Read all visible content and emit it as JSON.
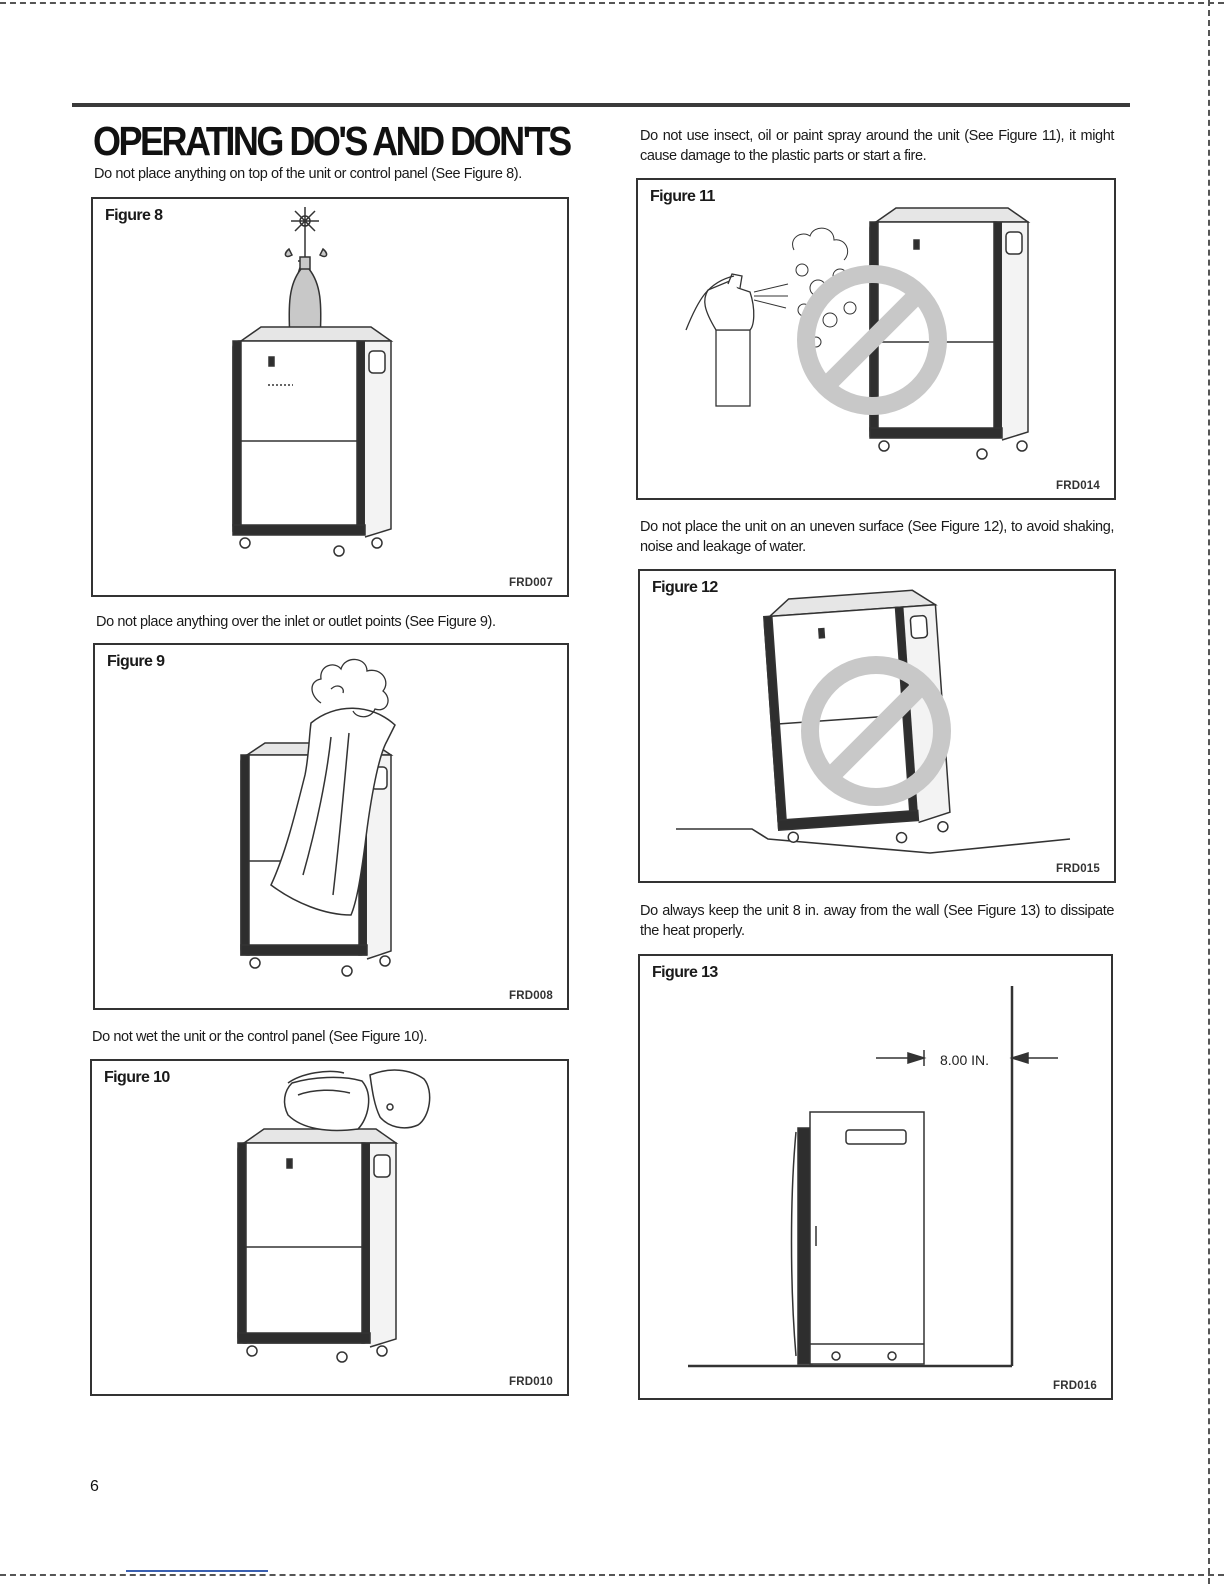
{
  "page": {
    "title": "OPERATING DO'S AND DON'TS",
    "page_number": "6"
  },
  "left_column": {
    "intro_fig8": "Do not place anything on top of the unit or control panel (See Figure 8).",
    "intro_fig9": "Do not place anything over the inlet or outlet points (See Figure 9).",
    "intro_fig10": "Do not wet the unit or the control panel (See Figure 10)."
  },
  "right_column": {
    "intro_fig11": "Do not use insect, oil or paint spray around the unit (See Figure 11), it might cause damage to the plastic parts or start a fire.",
    "intro_fig12": "Do not place the unit on an uneven surface (See Figure 12), to avoid shaking, noise and leakage of water.",
    "intro_fig13": "Do always keep the unit 8 in. away from the wall (See Figure 13) to dissipate the heat properly."
  },
  "figures": {
    "fig8": {
      "label": "Figure 8",
      "code": "FRD007"
    },
    "fig9": {
      "label": "Figure 9",
      "code": "FRD008"
    },
    "fig10": {
      "label": "Figure 10",
      "code": "FRD010"
    },
    "fig11": {
      "label": "Figure 11",
      "code": "FRD014"
    },
    "fig12": {
      "label": "Figure 12",
      "code": "FRD015"
    },
    "fig13": {
      "label": "Figure 13",
      "code": "FRD016",
      "dimension": "8.00 IN."
    }
  },
  "colors": {
    "prohibition_gray": "#c8c8c8",
    "frame": "#333333",
    "unit_dark": "#2e2e2e"
  }
}
